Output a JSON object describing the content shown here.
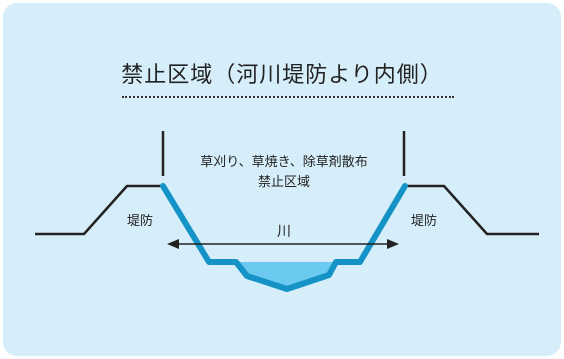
{
  "title": "禁止区域（河川堤防より内側）",
  "zone_text_line1": "草刈り、草焼き、除草剤散布",
  "zone_text_line2": "禁止区域",
  "left_bank_label": "堤防",
  "right_bank_label": "堤防",
  "river_label": "川",
  "colors": {
    "background": "#d6eefa",
    "embankment_inner": "#1593c7",
    "water": "#6cc9ef",
    "outline": "#222222"
  }
}
